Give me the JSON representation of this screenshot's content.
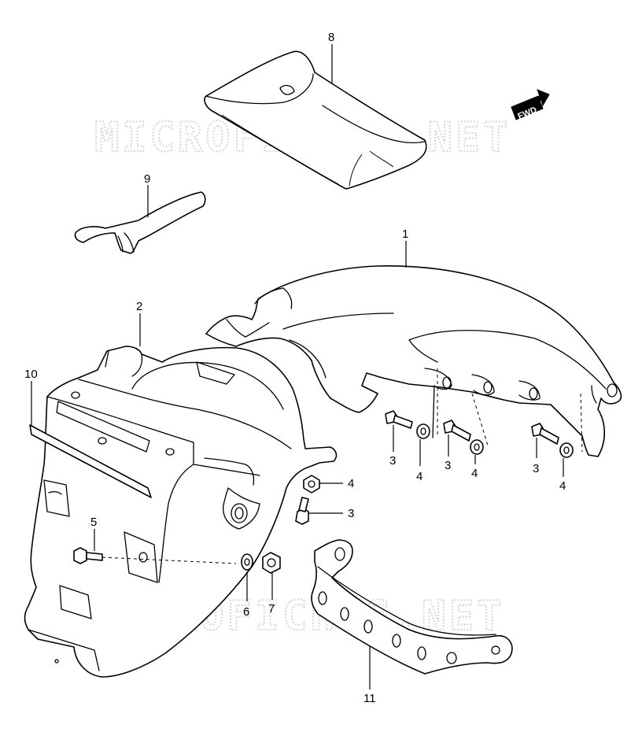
{
  "watermark": {
    "text": "MICROFICHES.NET"
  },
  "direction_marker": {
    "text": "FWD"
  },
  "callouts": [
    {
      "id": "c1",
      "label": "1"
    },
    {
      "id": "c2",
      "label": "2"
    },
    {
      "id": "c3a",
      "label": "3"
    },
    {
      "id": "c3b",
      "label": "3"
    },
    {
      "id": "c3c",
      "label": "3"
    },
    {
      "id": "c3d",
      "label": "3"
    },
    {
      "id": "c4a",
      "label": "4"
    },
    {
      "id": "c4b",
      "label": "4"
    },
    {
      "id": "c4c",
      "label": "4"
    },
    {
      "id": "c4d",
      "label": "4"
    },
    {
      "id": "c5",
      "label": "5"
    },
    {
      "id": "c6",
      "label": "6"
    },
    {
      "id": "c7",
      "label": "7"
    },
    {
      "id": "c8",
      "label": "8"
    },
    {
      "id": "c9",
      "label": "9"
    },
    {
      "id": "c10",
      "label": "10"
    },
    {
      "id": "c11",
      "label": "11"
    }
  ]
}
